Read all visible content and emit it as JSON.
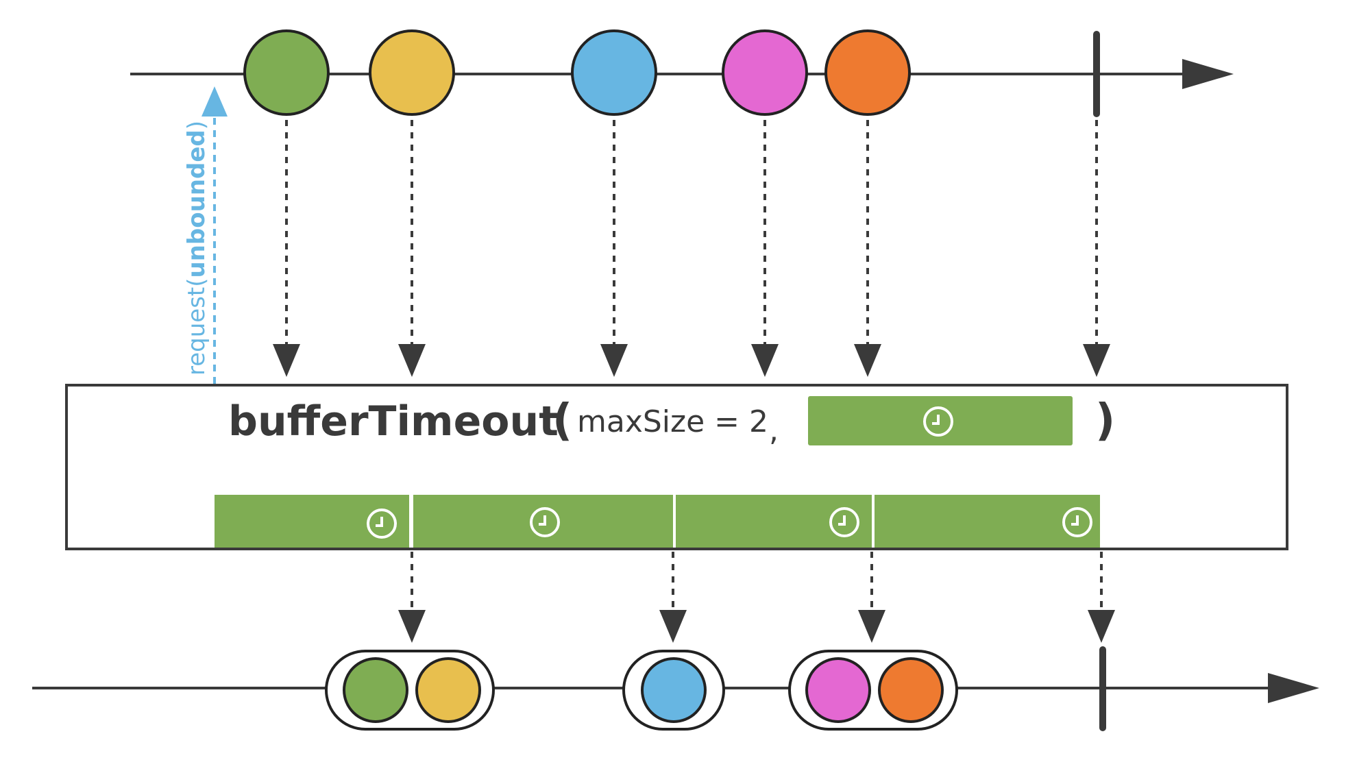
{
  "operator": {
    "name": "bufferTimeout",
    "open_paren": "(",
    "param": "maxSize = 2",
    "comma": ",",
    "close_paren": ")"
  },
  "request": {
    "prefix": "request(",
    "value": "unbounded",
    "suffix": ")"
  },
  "colors": {
    "green": "#7fad53",
    "yellow": "#e8bf4e",
    "blue": "#67b6e2",
    "magenta": "#e468d2",
    "orange": "#ee7a30",
    "timer": "#7fad53",
    "request": "#67b6e2",
    "ink": "#3a3a3a"
  },
  "input_marbles": [
    "green",
    "yellow",
    "blue",
    "magenta",
    "orange"
  ],
  "buffers": [
    [
      "green",
      "yellow"
    ],
    [
      "blue"
    ],
    [
      "magenta",
      "orange"
    ]
  ],
  "icons": {
    "timeout_param": "clock-icon",
    "timer_segment": "clock-icon"
  }
}
